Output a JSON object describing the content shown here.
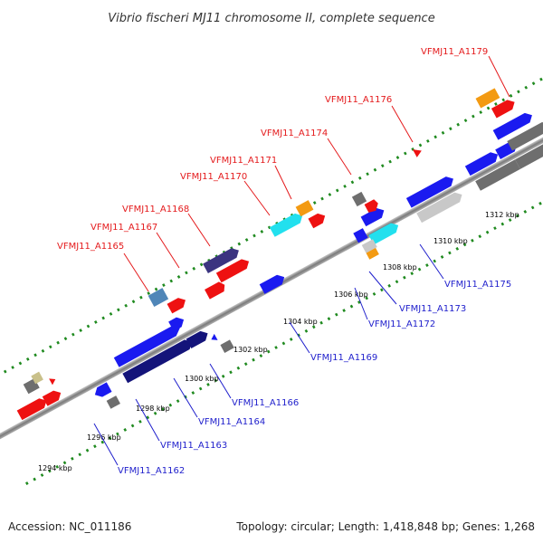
{
  "title": "Vibrio fischeri MJ11 chromosome II, complete sequence",
  "footer": {
    "accession": "Accession: NC_011186",
    "stats": "Topology: circular; Length: 1,418,848 bp; Genes: 1,268"
  },
  "scale": {
    "unit": "kbp",
    "ticks": [
      "1294 kbp",
      "1296 kbp",
      "1298 kbp",
      "1300 kbp",
      "1302 kbp",
      "1304 kbp",
      "1306 kbp",
      "1308 kbp",
      "1310 kbp",
      "1312 kbp"
    ]
  },
  "gene_labels_top": [
    "VFMJ11_A1165",
    "VFMJ11_A1167",
    "VFMJ11_A1168",
    "VFMJ11_A1170",
    "VFMJ11_A1171",
    "VFMJ11_A1174",
    "VFMJ11_A1176",
    "VFMJ11_A1179"
  ],
  "gene_labels_bottom": [
    "VFMJ11_A1162",
    "VFMJ11_A1163",
    "VFMJ11_A1164",
    "VFMJ11_A1166",
    "VFMJ11_A1169",
    "VFMJ11_A1172",
    "VFMJ11_A1173",
    "VFMJ11_A1175"
  ],
  "colors": {
    "label_top": "#e41a1c",
    "label_bottom": "#1f1fcc",
    "feature_red": "#ee1111",
    "feature_blue": "#1a1af0",
    "feature_navy": "#14147a",
    "feature_grey": "#6e6e6e",
    "feature_cyan": "#22e0ee",
    "feature_orange": "#f39a12",
    "feature_steel": "#4f86b8",
    "feature_purple": "#3b3480",
    "feature_silver": "#c8c8c8",
    "feature_khaki": "#c9c08a",
    "backbone": "#8a8a8a",
    "dots": "#1f8a1f"
  }
}
